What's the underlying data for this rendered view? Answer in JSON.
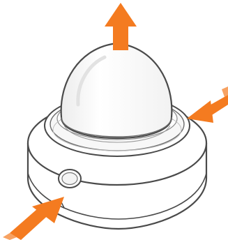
{
  "diagram": {
    "subject": "dome-camera-illustration",
    "arrows": [
      {
        "name": "arrow-up",
        "direction": "up"
      },
      {
        "name": "arrow-right-side",
        "direction": "inward"
      },
      {
        "name": "arrow-bottom-left",
        "direction": "inward"
      }
    ],
    "colors": {
      "arrow": "#f47b20",
      "outline": "#4a4a4a",
      "fill": "#ffffff",
      "shadow": "#e6e6e6"
    }
  }
}
